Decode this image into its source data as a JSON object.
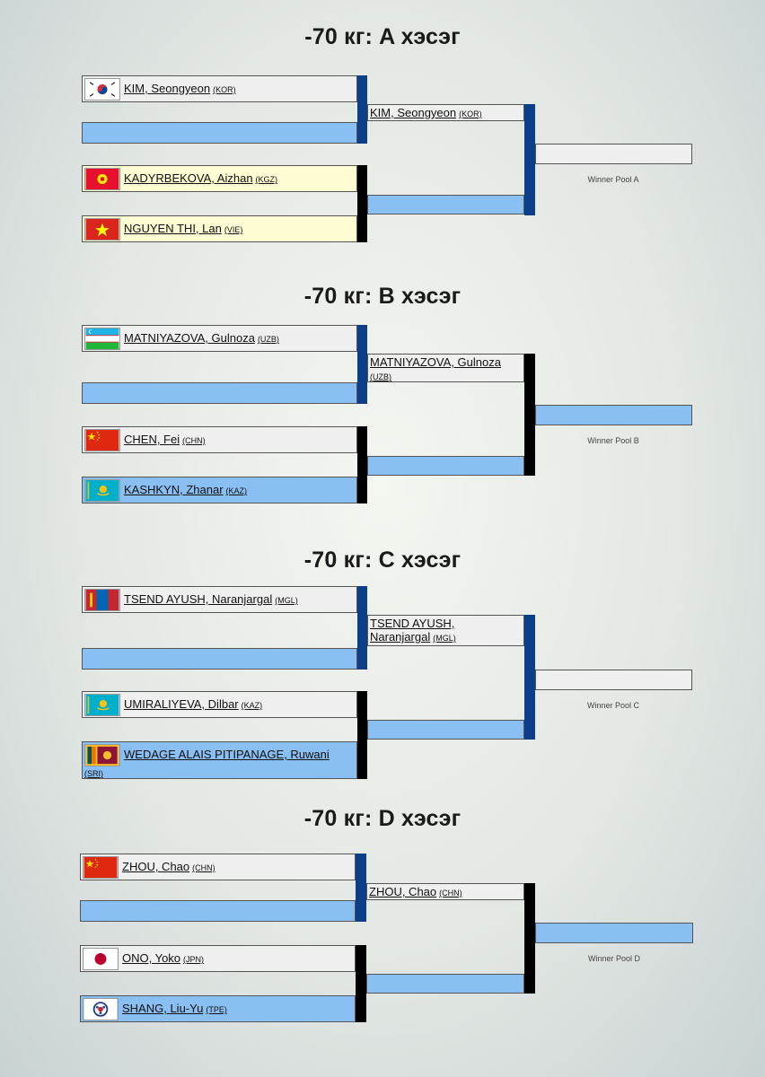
{
  "pools": [
    {
      "title": "-70 кг: A хэсэг",
      "winner_label": "Winner Pool A",
      "athletes": [
        {
          "name": "KIM, Seongyeon",
          "code": "(KOR)",
          "flag": "kor-flag-icon"
        },
        {
          "name": "KADYRBEKOVA, Aizhan",
          "code": "(KGZ)",
          "flag": "kgz-flag-icon"
        },
        {
          "name": "NGUYEN THI, Lan",
          "code": "(VIE)",
          "flag": "vie-flag-icon"
        }
      ],
      "round2_top": {
        "name": "KIM, Seongyeon",
        "code": "(KOR)"
      }
    },
    {
      "title": "-70 кг: B хэсэг",
      "winner_label": "Winner Pool B",
      "athletes": [
        {
          "name": "MATNIYAZOVA, Gulnoza",
          "code": "(UZB)",
          "flag": "uzb-flag-icon"
        },
        {
          "name": "CHEN, Fei",
          "code": "(CHN)",
          "flag": "chn-flag-icon"
        },
        {
          "name": "KASHKYN, Zhanar",
          "code": "(KAZ)",
          "flag": "kaz-flag-icon"
        }
      ],
      "round2_top": {
        "name": "MATNIYAZOVA, Gulnoza",
        "code": "(UZB)"
      }
    },
    {
      "title": "-70 кг: C хэсэг",
      "winner_label": "Winner Pool C",
      "athletes": [
        {
          "name": "TSEND AYUSH, Naranjargal",
          "code": "(MGL)",
          "flag": "mgl-flag-icon"
        },
        {
          "name": "UMIRALIYEVA, Dilbar",
          "code": "(KAZ)",
          "flag": "kaz-flag-icon"
        },
        {
          "name": "WEDAGE ALAIS PITIPANAGE, Ruwani",
          "code": "(SRI)",
          "flag": "sri-flag-icon"
        }
      ],
      "round2_top": {
        "name": "TSEND AYUSH, Naranjargal",
        "code": "(MGL)"
      }
    },
    {
      "title": "-70 кг: D хэсэг",
      "winner_label": "Winner Pool D",
      "athletes": [
        {
          "name": "ZHOU, Chao",
          "code": "(CHN)",
          "flag": "chn-flag-icon"
        },
        {
          "name": "ONO, Yoko",
          "code": "(JPN)",
          "flag": "jpn-flag-icon"
        },
        {
          "name": "SHANG, Liu-Yu",
          "code": "(TPE)",
          "flag": "tpe-flag-icon"
        }
      ],
      "round2_top": {
        "name": "ZHOU, Chao",
        "code": "(CHN)"
      }
    }
  ],
  "colors": {
    "box_grey": "#efefef",
    "box_blue": "#89bff2",
    "box_yellow": "#fdfcd2",
    "bar_navy": "#0c3f88",
    "bar_black": "#000000"
  }
}
